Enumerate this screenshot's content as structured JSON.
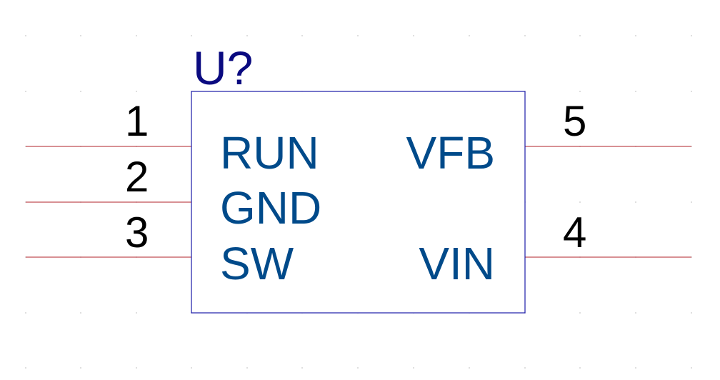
{
  "component": {
    "designator": "U?",
    "colors": {
      "body_outline": "#1a1aa8",
      "pin_wire": "#b0202a",
      "pin_label": "#004a8a",
      "pin_number": "#000000",
      "designator": "#0a0a80",
      "grid": "#c8c8c8"
    },
    "pins": {
      "run": {
        "number": "1",
        "name": "RUN"
      },
      "gnd": {
        "number": "2",
        "name": "GND"
      },
      "sw": {
        "number": "3",
        "name": "SW"
      },
      "vin": {
        "number": "4",
        "name": "VIN"
      },
      "vfb": {
        "number": "5",
        "name": "VFB"
      }
    }
  }
}
